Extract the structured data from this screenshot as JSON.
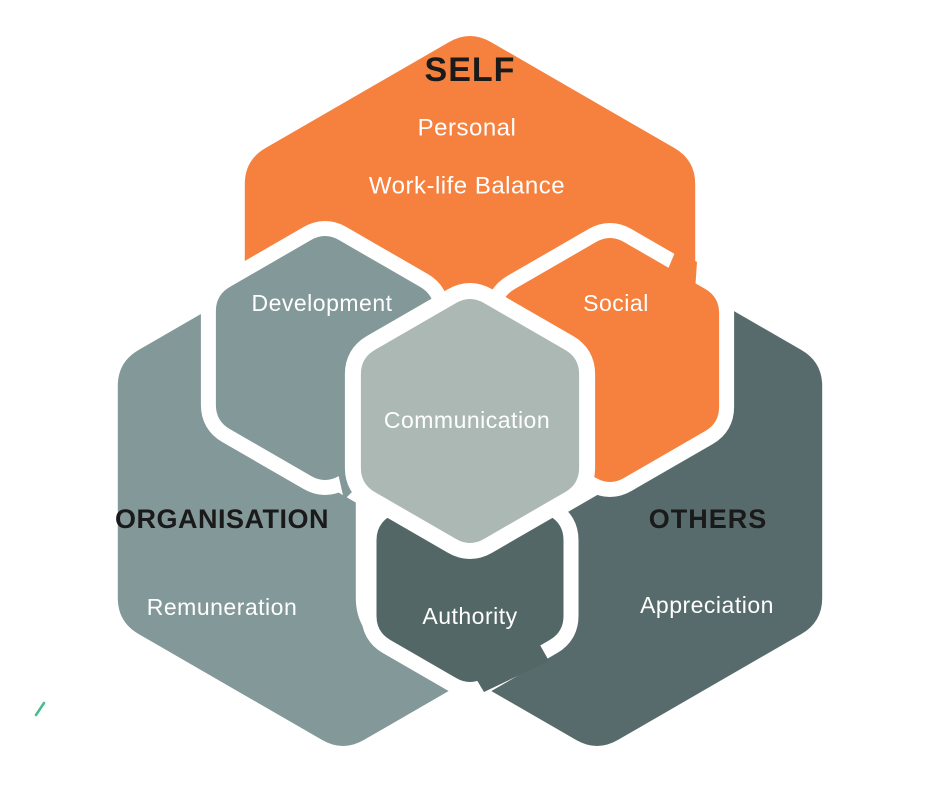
{
  "diagram": {
    "background": "#FFFFFF",
    "seam_color": "#FFFFFF",
    "accent_mark_color": "#45BE8D",
    "nodes": [
      {
        "id": "self",
        "label": "SELF",
        "sublabels": [
          "Personal",
          "Work-life Balance"
        ],
        "color": "#F6813E",
        "label_color": "#1A1A1A",
        "sublabel_color": "#FFFFFF"
      },
      {
        "id": "organisation",
        "label": "ORGANISATION",
        "sublabels": [
          "Remuneration"
        ],
        "color": "#839899",
        "label_color": "#1A1A1A",
        "sublabel_color": "#FFFFFF"
      },
      {
        "id": "communication",
        "label": "Communication",
        "sublabels": [],
        "color": "#ACB8B4",
        "label_color": "#FFFFFF",
        "sublabel_color": "#FFFFFF"
      },
      {
        "id": "others",
        "label": "OTHERS",
        "sublabels": [
          "Appreciation"
        ],
        "color": "#586B6C",
        "label_color": "#1A1A1A",
        "sublabel_color": "#FFFFFF"
      },
      {
        "id": "development",
        "label": "Development",
        "sublabels": [],
        "color": "#839899",
        "label_color": "#FFFFFF",
        "sublabel_color": "#FFFFFF"
      },
      {
        "id": "social",
        "label": "Social",
        "sublabels": [],
        "color": "#F6813E",
        "label_color": "#FFFFFF",
        "sublabel_color": "#FFFFFF"
      },
      {
        "id": "authority",
        "label": "Authority",
        "sublabels": [],
        "color": "#536866",
        "label_color": "#FFFFFF",
        "sublabel_color": "#FFFFFF"
      }
    ]
  }
}
